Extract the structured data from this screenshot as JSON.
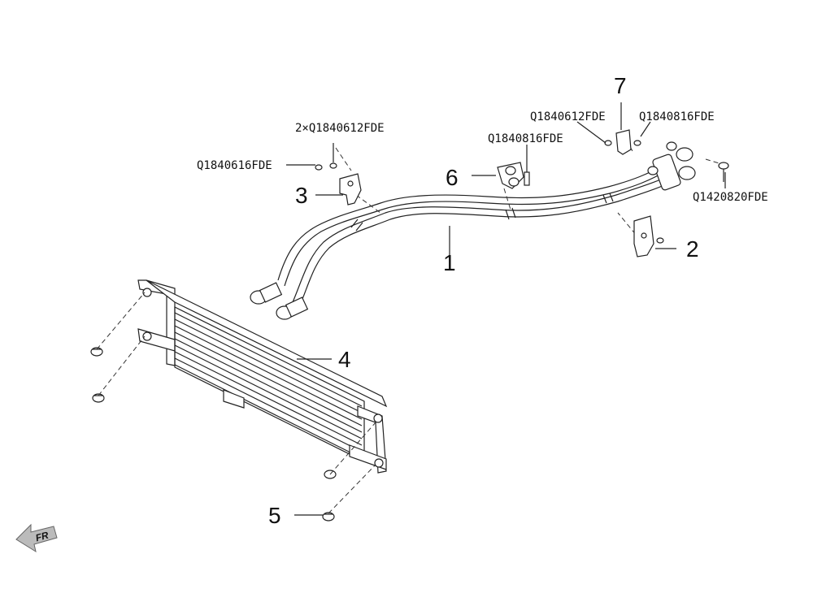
{
  "callouts": {
    "c1": "1",
    "c2": "2",
    "c3": "3",
    "c4": "4",
    "c5": "5",
    "c6": "6",
    "c7": "7"
  },
  "part_numbers": {
    "p_2x_q1840612": "2×Q1840612FDE",
    "p_q1840616": "Q1840616FDE",
    "p_q1840816_mid": "Q1840816FDE",
    "p_q1840612_right": "Q1840612FDE",
    "p_q1840816_right": "Q1840816FDE",
    "p_q1420820": "Q1420820FDE"
  },
  "front_arrow": {
    "label": "FR"
  }
}
